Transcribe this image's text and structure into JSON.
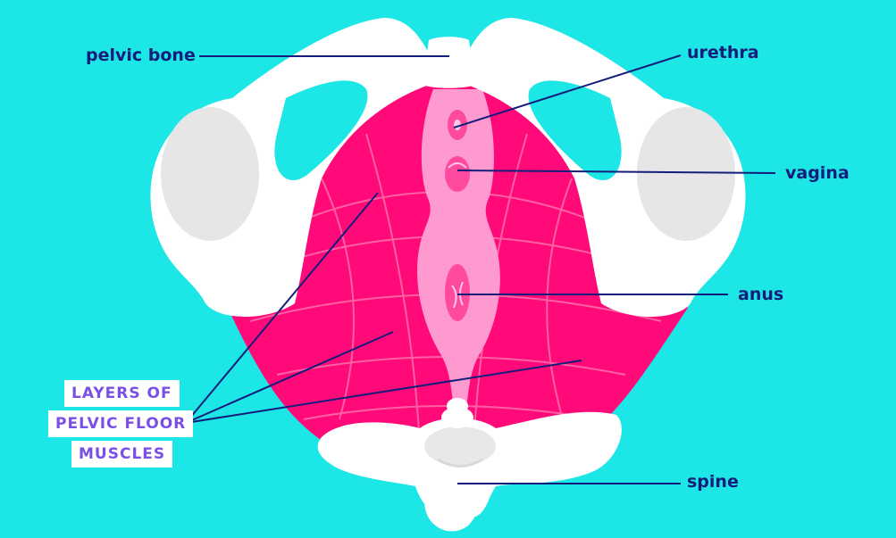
{
  "labels": {
    "pelvic_bone": "pelvic bone",
    "urethra": "urethra",
    "vagina": "vagina",
    "anus": "anus",
    "spine": "spine"
  },
  "muscles_label": {
    "line1": "LAYERS OF",
    "line2": "PELVIC FLOOR",
    "line3": "MUSCLES"
  },
  "colors": {
    "background": "#1de6e6",
    "muscle": "#ff0a78",
    "organ": "#ff9ad0",
    "bone": "#ffffff",
    "bone_shade": "#e6e6e6",
    "label_text": "#141d7a",
    "callout_text": "#7a4fe6"
  }
}
